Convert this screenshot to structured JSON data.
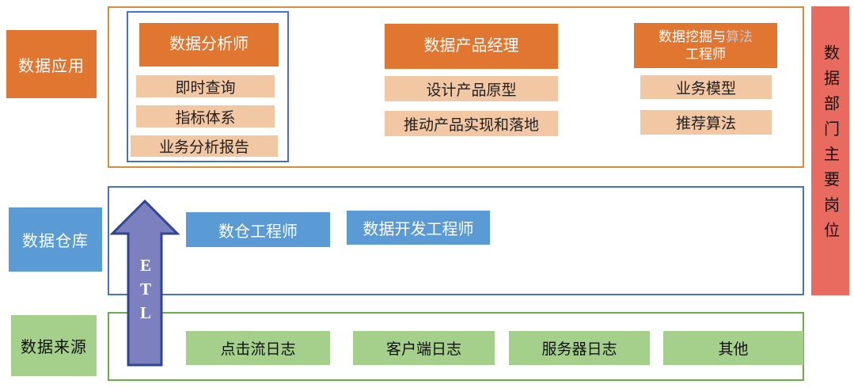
{
  "right_bar": {
    "label": "数据部门主要岗位"
  },
  "left_labels": {
    "application": "数据应用",
    "warehouse": "数据仓库",
    "sources": "数据来源"
  },
  "application": {
    "analyst": {
      "title": "数据分析师",
      "items": [
        "即时查询",
        "指标体系",
        "业务分析报告"
      ]
    },
    "product_manager": {
      "title": "数据产品经理",
      "items": [
        "设计产品原型",
        "推动产品实现和落地"
      ]
    },
    "mining_engineer": {
      "title_part1": "数据挖掘与",
      "title_part2": "算法",
      "title_line2": "工程师",
      "items": [
        "业务模型",
        "推荐算法"
      ]
    }
  },
  "warehouse": {
    "etl_letters": [
      "E",
      "T",
      "L"
    ],
    "roles": [
      "数仓工程师",
      "数据开发工程师"
    ]
  },
  "sources": {
    "items": [
      "点击流日志",
      "客户端日志",
      "服务器日志",
      "其他"
    ]
  },
  "colors": {
    "orange": "#E0762F",
    "light_orange": "#F2C7A3",
    "blue": "#5B9BD5",
    "green": "#A5D08C",
    "red": "#E96A5F",
    "purple_arrow_fill": "#7C80BF",
    "arrow_border": "#2E4693",
    "orange_border": "#D98C3C",
    "blue_border": "#4472C4",
    "green_border": "#6AAD49",
    "mining_title_alt_text": "#B9C6E4"
  }
}
